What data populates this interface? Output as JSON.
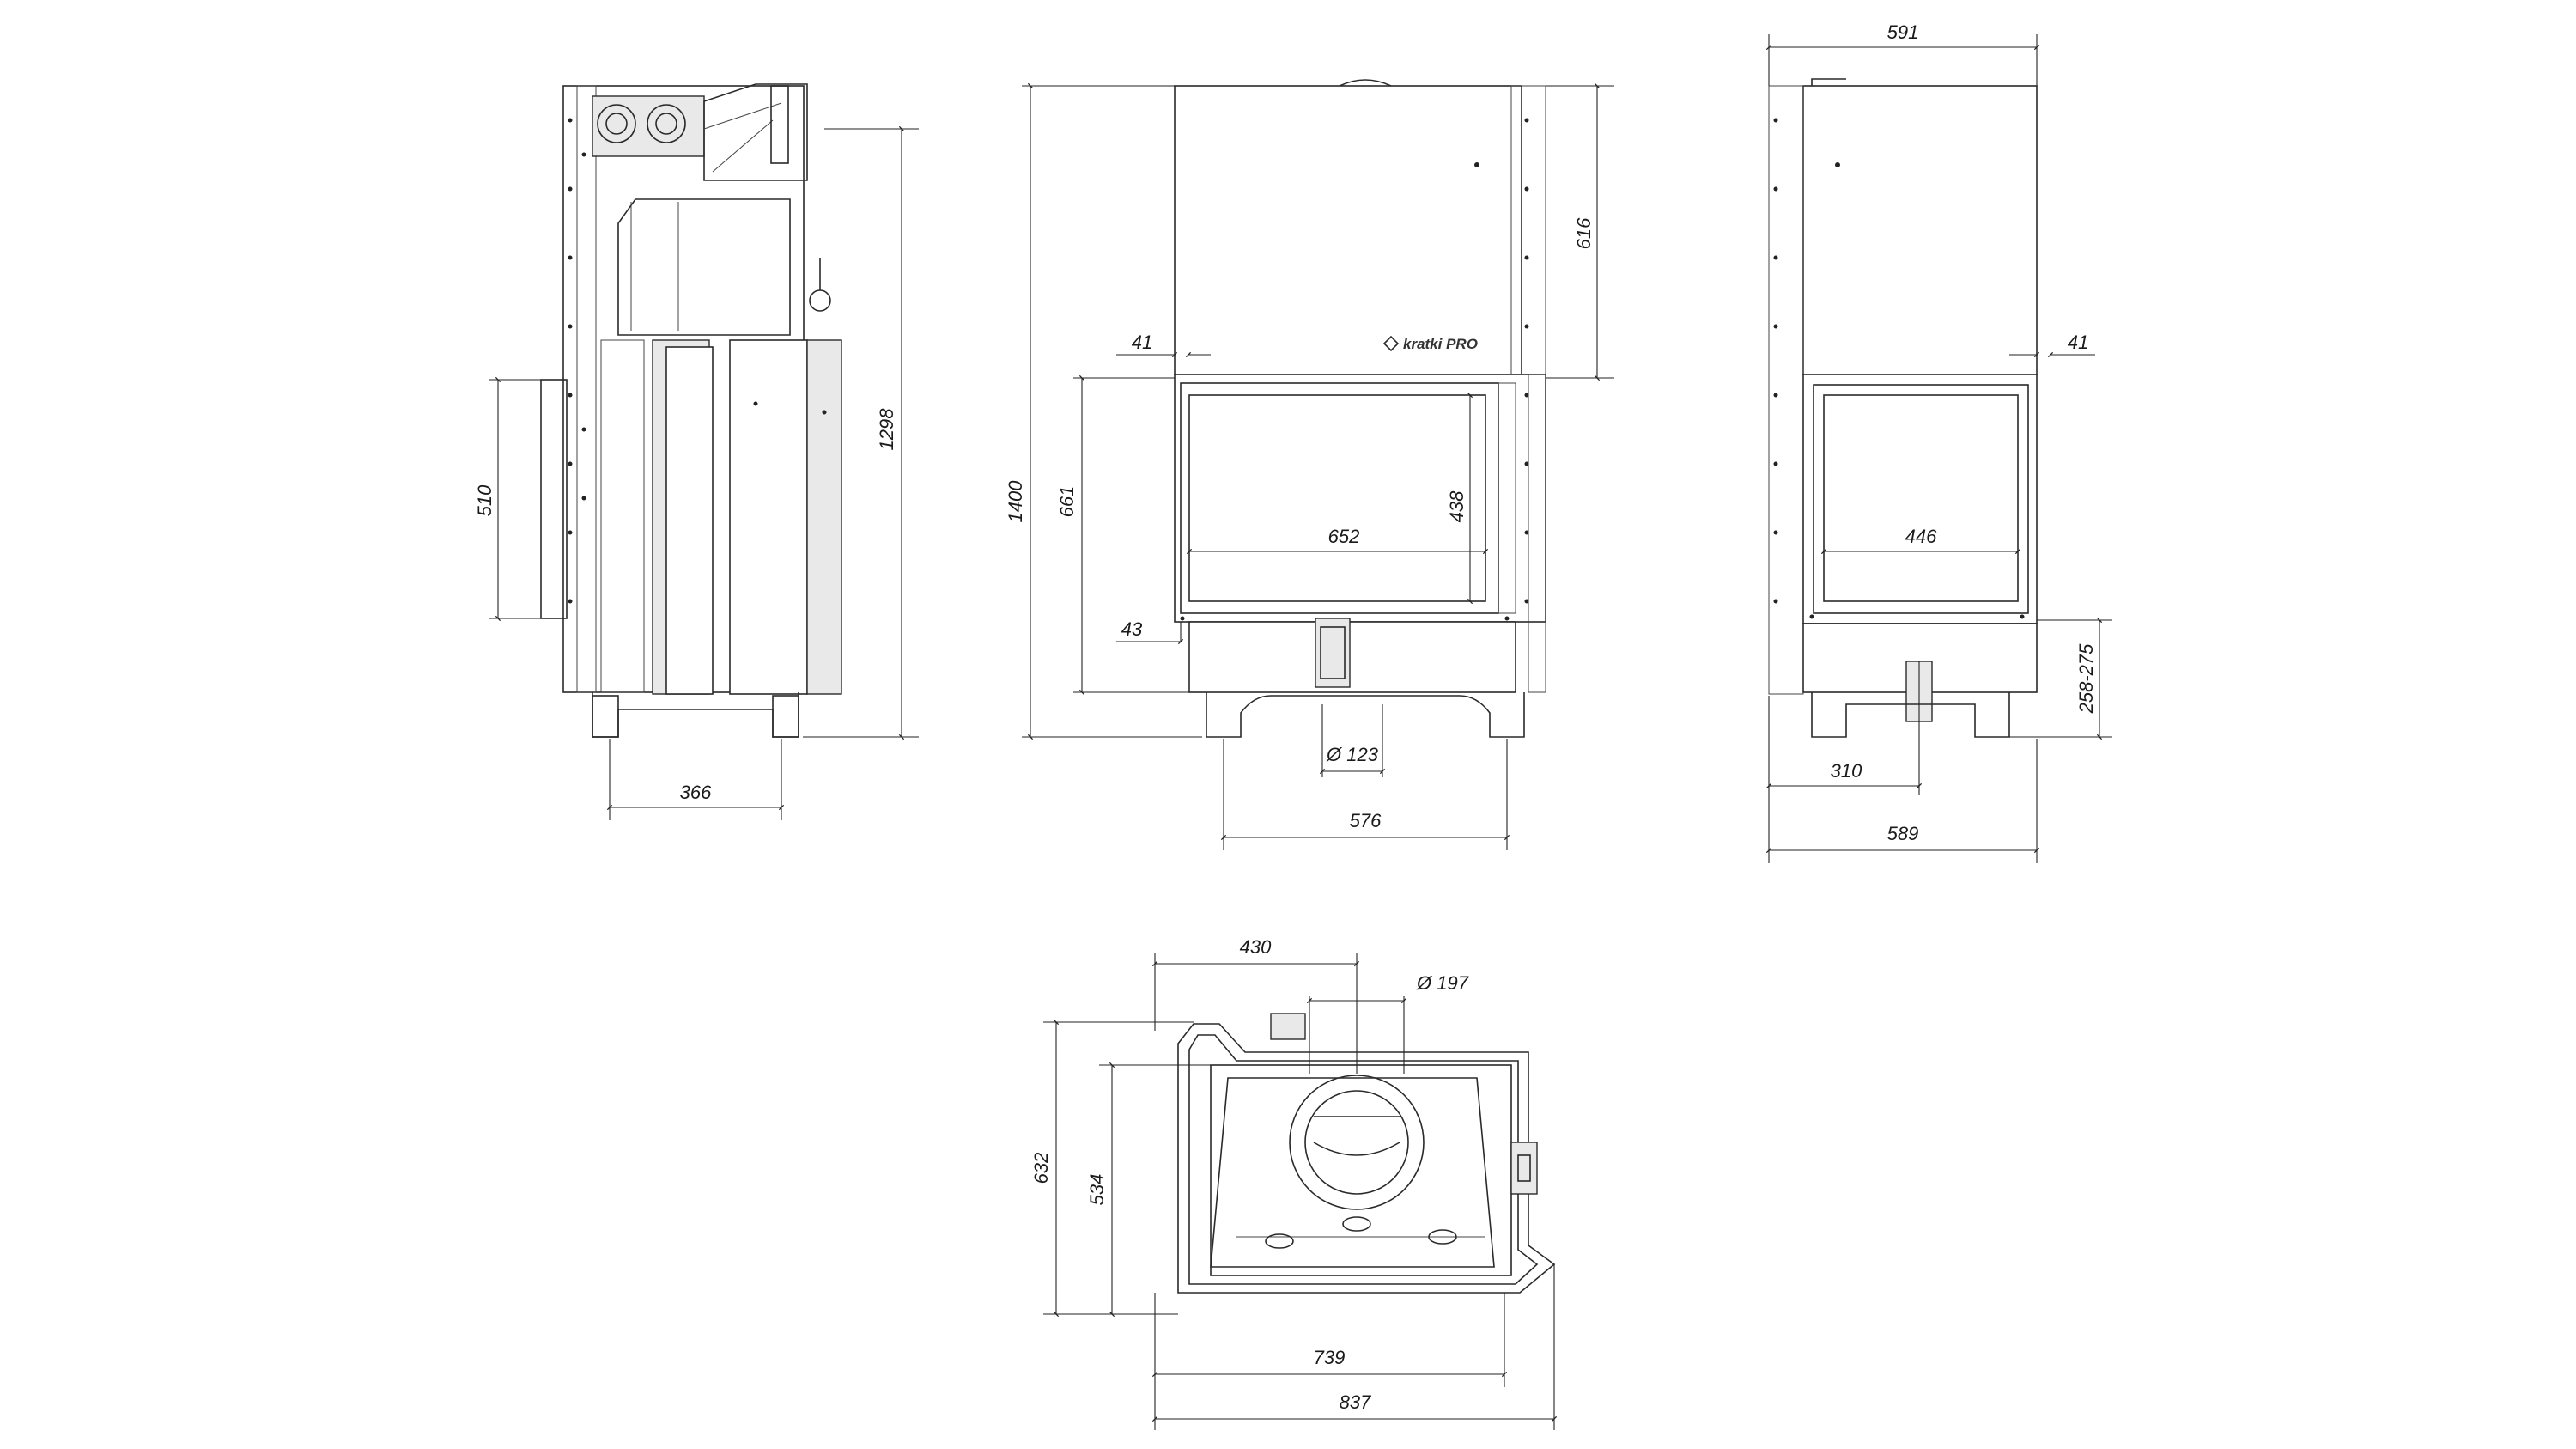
{
  "views": {
    "side_left": {
      "dims": {
        "height_front": "510",
        "height_total": "1298",
        "depth": "366"
      }
    },
    "front": {
      "dims": {
        "height_total": "1400",
        "height_door": "661",
        "height_top": "616",
        "offset_left": "41",
        "offset_bottom": "43",
        "glass_width": "652",
        "glass_height": "438",
        "flue_diameter": "Ø 123",
        "base_width": "576"
      },
      "logo_text": "kratki PRO"
    },
    "side_right": {
      "dims": {
        "width_top": "591",
        "offset_right": "41",
        "glass_width": "446",
        "air_height": "258-275",
        "air_offset": "310",
        "width_bottom": "589"
      }
    },
    "plan": {
      "dims": {
        "flue_offset": "430",
        "flue_diameter": "Ø 197",
        "depth_total": "632",
        "depth_inner": "534",
        "width_inner": "739",
        "width_total": "837"
      }
    }
  }
}
